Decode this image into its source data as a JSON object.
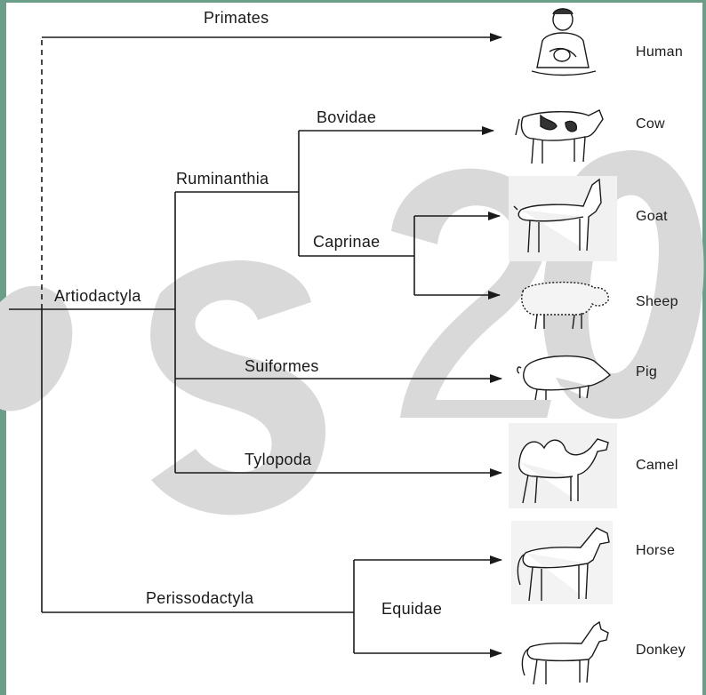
{
  "clades": {
    "primates": "Primates",
    "artiodactyla": "Artiodactyla",
    "ruminanthia": "Ruminanthia",
    "bovidae": "Bovidae",
    "caprinae": "Caprinae",
    "suiformes": "Suiformes",
    "tylopoda": "Tylopoda",
    "perissodactyla": "Perissodactyla",
    "equidae": "Equidae"
  },
  "animals": {
    "human": "Human",
    "cow": "Cow",
    "goat": "Goat",
    "sheep": "Sheep",
    "pig": "Pig",
    "camel": "Camel",
    "horse": "Horse",
    "donkey": "Donkey"
  },
  "colors": {
    "frame": "#6b9e88",
    "line": "#1a1a1a",
    "watermark": "#d9d9d9"
  }
}
